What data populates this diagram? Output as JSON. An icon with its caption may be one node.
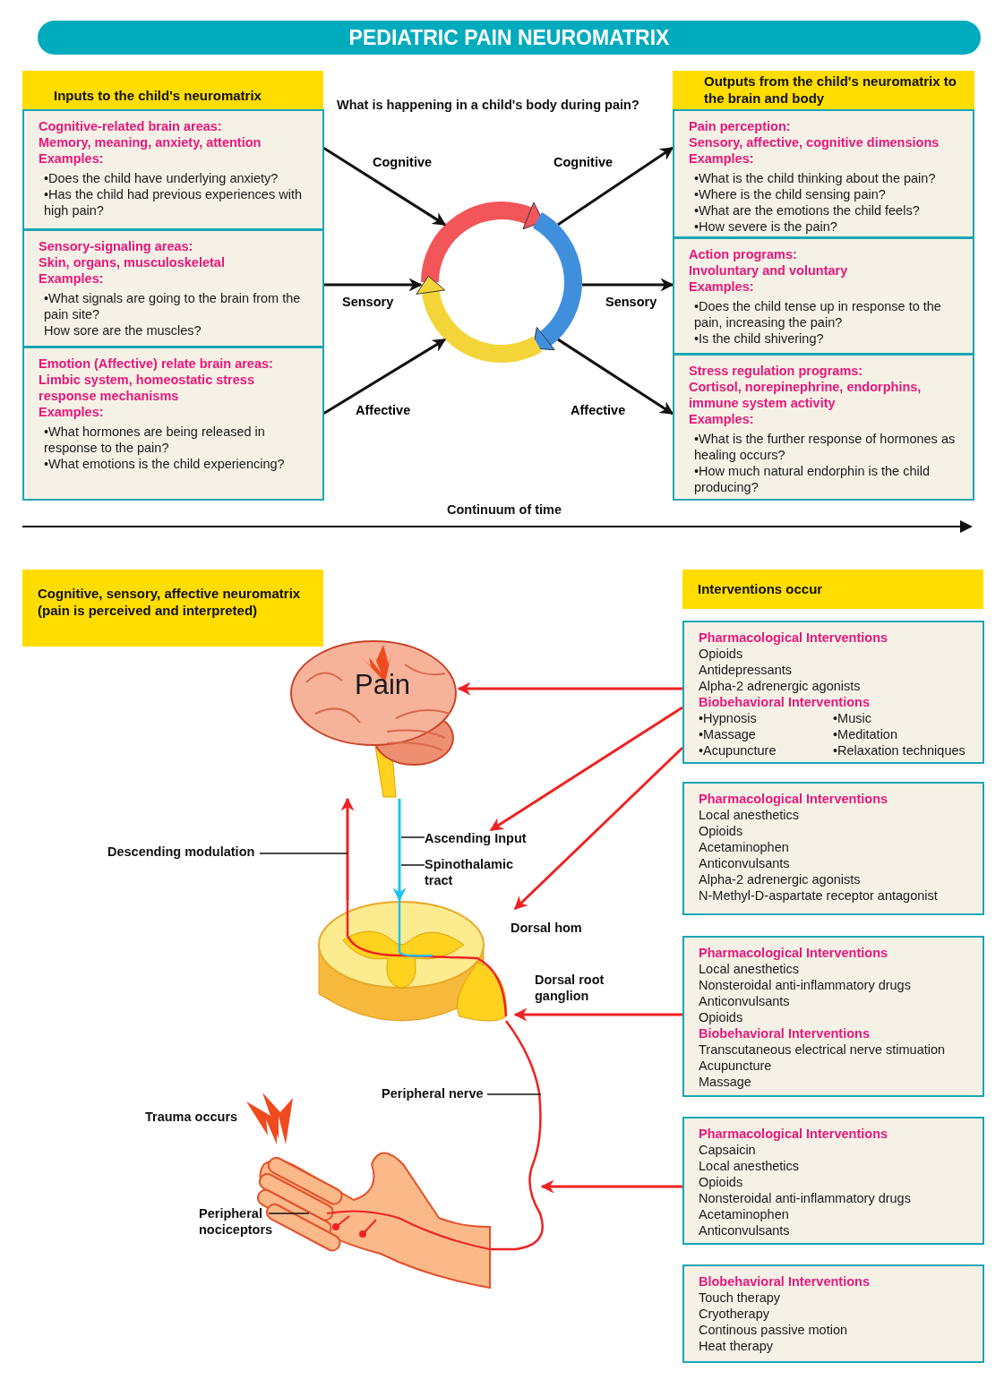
{
  "diagram": {
    "title": "PEDIATRIC PAIN NEUROMATRIX",
    "nodes": [
      {
        "text": [
          "Inputs to the child's neuromatrix"
        ]
      },
      {
        "text": [
          "Cognitive-related brain areas:",
          "Memory, meaning, anxiety, attention",
          "Examples:",
          "•Does the child have underlying anxiety?",
          "•Has the child had previous experiences with high pain?"
        ]
      },
      {
        "text": [
          "Sensory-signaling areas:",
          "Skin, organs, musculoskeletal",
          "Examples:",
          "•What signals are going to the brain from the pain site?",
          "How sore are the muscles?"
        ]
      },
      {
        "text": [
          "Emotion (Affective) relate brain areas:",
          "Limbic system, homeostatic stress response mechanisms",
          "Examples:",
          "•What hormones are being released in response to the pain?",
          "•What emotions is the child experiencing?"
        ]
      },
      {
        "text": [],
        "shape": "circle"
      },
      {
        "text": [
          "Outputs from the child's neuromatrix to the brain and body"
        ]
      },
      {
        "text": [
          "Pain perception:",
          "Sensory, affective, cognitive dimensions",
          "Examples:",
          "•What is the child thinking about the pain?",
          "•Where is the child sensing pain?",
          "•What are the emotions the child feels?",
          "•How severe is the pain?"
        ]
      },
      {
        "text": [
          "Action programs:",
          "Involuntary and voluntary",
          "Examples:",
          "•Does the child tense up in response to the pain, increasing the pain?",
          "•Is the child shivering?"
        ]
      },
      {
        "text": [
          "Stress regulation programs:",
          "Cortisol, norepinephrine, endorphins, immune system activity",
          "Examples:",
          "•What is the further response of hormones as healing occurs?",
          "•How much natural endorphin is the child producing?"
        ]
      },
      {
        "text": [
          "Cognitive, sensory, affective neuromatrix (pain is perceived and interpreted)"
        ]
      },
      {
        "text": [
          "Pain"
        ]
      },
      {
        "text": [],
        "shape": "picture"
      },
      {
        "text": [],
        "shape": "picture"
      },
      {
        "text": [],
        "shape": "picture"
      },
      {
        "text": [
          "Descending modulation"
        ]
      },
      {
        "text": [
          "Ascending Input"
        ]
      },
      {
        "text": [
          "Spinothalamic tract"
        ]
      },
      {
        "text": [
          "Peripheral nerve"
        ]
      },
      {
        "text": [
          "Peripheral nociceptors"
        ]
      },
      {
        "text": [
          "Interventions occur"
        ]
      },
      {
        "text": [
          "Pharmacological Interventions",
          "Opioids",
          "Antidepressants",
          "Alpha-2 adrenergic agonists",
          "Biobehavioral Interventions",
          "•Hypnosis",
          "•Music",
          "•Massage",
          "•Meditation",
          "•Acupuncture",
          "•Relaxation techniques"
        ]
      },
      {
        "text": [
          "Pharmacological Interventions",
          "Local anesthetics",
          "Opioids",
          "Acetaminophen",
          "Anticonvulsants",
          "Alpha-2 adrenergic agonists",
          "N-Methyl-D-aspartate receptor antagonist"
        ]
      },
      {
        "text": [
          "Pharmacological Interventions",
          "Local anesthetics",
          "Nonsteroidal anti-inflammatory drugs",
          "Anticonvulsants",
          "Opioids",
          "Biobehavioral Interventions",
          "Transcutaneous electrical nerve stimuation",
          "Acupuncture",
          "Massage"
        ]
      },
      {
        "text": [
          "Pharmacological Interventions",
          "Capsaicin",
          "Local anesthetics",
          "Opioids",
          "Nonsteroidal anti-inflammatory drugs",
          "Acetaminophen",
          "Anticonvulsants"
        ]
      },
      {
        "text": [
          "Blobehavioral Interventions",
          "Touch therapy",
          "Cryotherapy",
          "Continous passive motion",
          "Heat therapy"
        ]
      }
    ],
    "edges": [
      {
        "from": 1,
        "to": 4,
        "arrow": "to",
        "label": "Cognitive"
      },
      {
        "from": 2,
        "to": 4,
        "arrow": "to",
        "label": "Sensory"
      },
      {
        "from": 3,
        "to": 4,
        "arrow": "to",
        "label": "Affective"
      },
      {
        "from": 4,
        "to": 6,
        "arrow": "to",
        "label": "Cognitive"
      },
      {
        "from": 4,
        "to": 7,
        "arrow": "to",
        "label": "Sensory"
      },
      {
        "from": 4,
        "to": 8,
        "arrow": "to",
        "label": "Affective"
      },
      {
        "from": 11,
        "to": 10,
        "arrow": "to",
        "color": "#ee2222"
      },
      {
        "from": 10,
        "to": 11,
        "arrow": "to",
        "color": "#1ec0f0"
      },
      {
        "from": 20,
        "to": 10,
        "arrow": "to",
        "color": "#ee2222"
      },
      {
        "from": 20,
        "to": 15,
        "arrow": "to",
        "color": "#ee2222"
      },
      {
        "from": 20,
        "to": 11,
        "arrow": "to",
        "color": "#ee2222"
      },
      {
        "from": 22,
        "to": 11,
        "arrow": "to",
        "color": "#ee2222"
      },
      {
        "from": 23,
        "to": 12,
        "arrow": "to",
        "color": "#ee2222"
      },
      {
        "from": 14,
        "to": null,
        "arrow": "none"
      },
      {
        "from": 15,
        "to": null,
        "arrow": "none"
      },
      {
        "from": 16,
        "to": null,
        "arrow": "none"
      },
      {
        "from": 17,
        "to": 12,
        "arrow": "none"
      },
      {
        "from": 18,
        "to": 13,
        "arrow": "none"
      }
    ],
    "labels": [
      "What is happening in a child's body during pain?",
      "Continuum of time",
      "Dorsal hom",
      "Dorsal root ganglion",
      "Trauma occurs"
    ]
  }
}
